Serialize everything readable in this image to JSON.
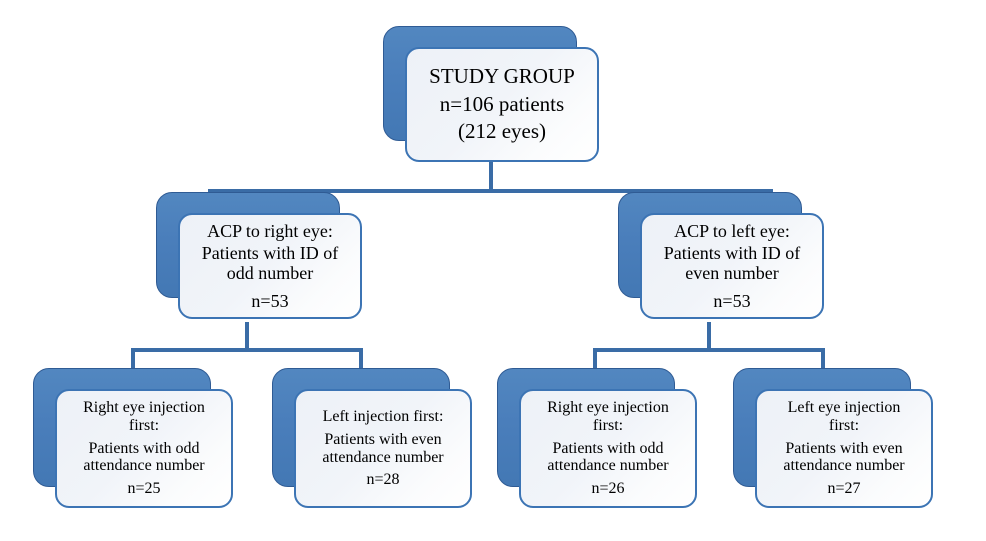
{
  "figure": {
    "type": "flowchart",
    "orientation": "top-down",
    "levels": 3,
    "accent_color": "#4A7EBB",
    "border_color": "#3C74B4",
    "line_color": "#3A6CA6",
    "card_background": "#EFF3F8",
    "text_color": "#000000"
  },
  "nodes": {
    "root": {
      "id": "study-group",
      "lines": [
        "STUDY GROUP",
        "n=106 patients",
        "(212 eyes)"
      ],
      "title": "STUDY GROUP",
      "count_label": "n=106 patients",
      "eyes_label": "(212 eyes)"
    },
    "level2": [
      {
        "id": "acp-right-eye",
        "lines": [
          "ACP to right eye:",
          "Patients with ID of\nodd number",
          "n=53"
        ],
        "title": "ACP to right eye:",
        "detail": "Patients with ID of odd number",
        "count_label": "n=53"
      },
      {
        "id": "acp-left-eye",
        "lines": [
          "ACP to left eye:",
          "Patients with ID of\neven number",
          "n=53"
        ],
        "title": "ACP to left eye:",
        "detail": "Patients with ID of even number",
        "count_label": "n=53"
      }
    ],
    "level3": [
      {
        "id": "right-eye-injection-first-odd",
        "lines": [
          "Right eye injection\nfirst:",
          "Patients with odd\nattendance number",
          "n=25"
        ],
        "title": "Right eye injection first:",
        "detail": "Patients with odd attendance number",
        "count_label": "n=25"
      },
      {
        "id": "left-injection-first-even",
        "lines": [
          "Left injection first:",
          "Patients with even\nattendance number",
          "n=28"
        ],
        "title": "Left injection first:",
        "detail": "Patients with even attendance number",
        "count_label": "n=28"
      },
      {
        "id": "right-eye-injection-first-odd-2",
        "lines": [
          "Right eye injection\nfirst:",
          "Patients with odd\nattendance number",
          "n=26"
        ],
        "title": "Right eye injection first:",
        "detail": "Patients with odd attendance number",
        "count_label": "n=26"
      },
      {
        "id": "left-eye-injection-first-even",
        "lines": [
          "Left eye injection\nfirst:",
          "Patients with even\nattendance number",
          "n=27"
        ],
        "title": "Left eye injection first:",
        "detail": "Patients with even attendance number",
        "count_label": "n=27"
      }
    ]
  }
}
